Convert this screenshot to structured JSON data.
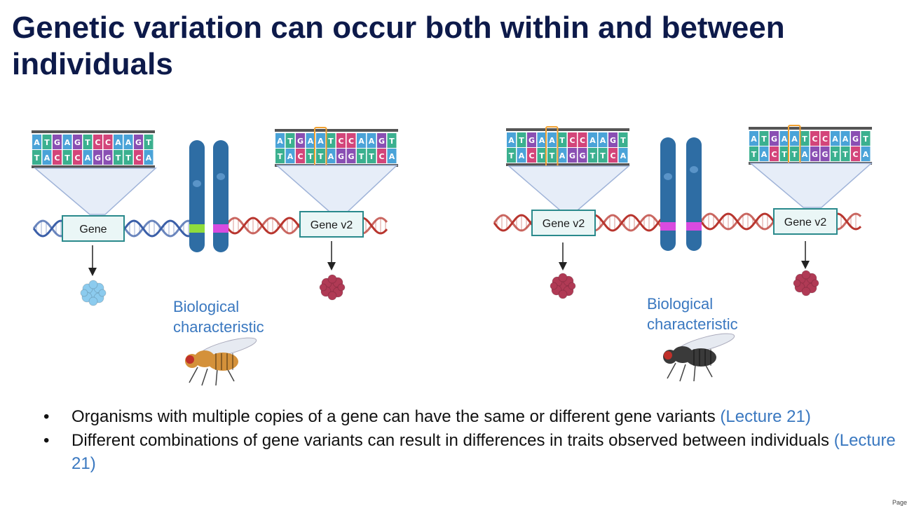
{
  "slide": {
    "title": "Genetic variation can occur both within and between individuals",
    "page_tag": "Page"
  },
  "panels": [
    {
      "id": "left",
      "gene_label_1": "Gene",
      "gene_label_2": "Gene v2",
      "caption": "Biological characteristic",
      "fly_color": "#d4913a"
    },
    {
      "id": "right",
      "gene_label_1": "Gene v2",
      "gene_label_2": "Gene v2",
      "caption": "Biological characteristic",
      "fly_color": "#3a3a3a"
    }
  ],
  "dna_strip": {
    "top": [
      "A",
      "T",
      "G",
      "A",
      "G",
      "T",
      "C",
      "C",
      "A",
      "A",
      "G",
      "T"
    ],
    "bottom": [
      "T",
      "A",
      "C",
      "T",
      "C",
      "A",
      "G",
      "G",
      "T",
      "T",
      "C",
      "A"
    ],
    "top_v2": [
      "A",
      "T",
      "G",
      "A",
      "A",
      "T",
      "C",
      "C",
      "A",
      "A",
      "G",
      "T"
    ],
    "bottom_v2": [
      "T",
      "A",
      "C",
      "T",
      "T",
      "A",
      "G",
      "G",
      "T",
      "T",
      "C",
      "A"
    ]
  },
  "colors": {
    "title": "#0d1a4a",
    "caption": "#3a78c0",
    "chromosome": "#2e6da4",
    "band_green": "#8fdc3c",
    "band_magenta": "#d94be0",
    "dna_blue": "#3b5fa8",
    "dna_red": "#b8352e",
    "protein_blue": "#8ccbee",
    "protein_red": "#b03a55",
    "highlight": "#f0a030"
  },
  "bullets": [
    {
      "text": "Organisms with multiple copies of a gene can have the same or different gene variants ",
      "ref": "(Lecture 21)"
    },
    {
      "text": "Different combinations of gene variants can result in differences in traits observed between individuals ",
      "ref": "(Lecture 21)"
    }
  ]
}
